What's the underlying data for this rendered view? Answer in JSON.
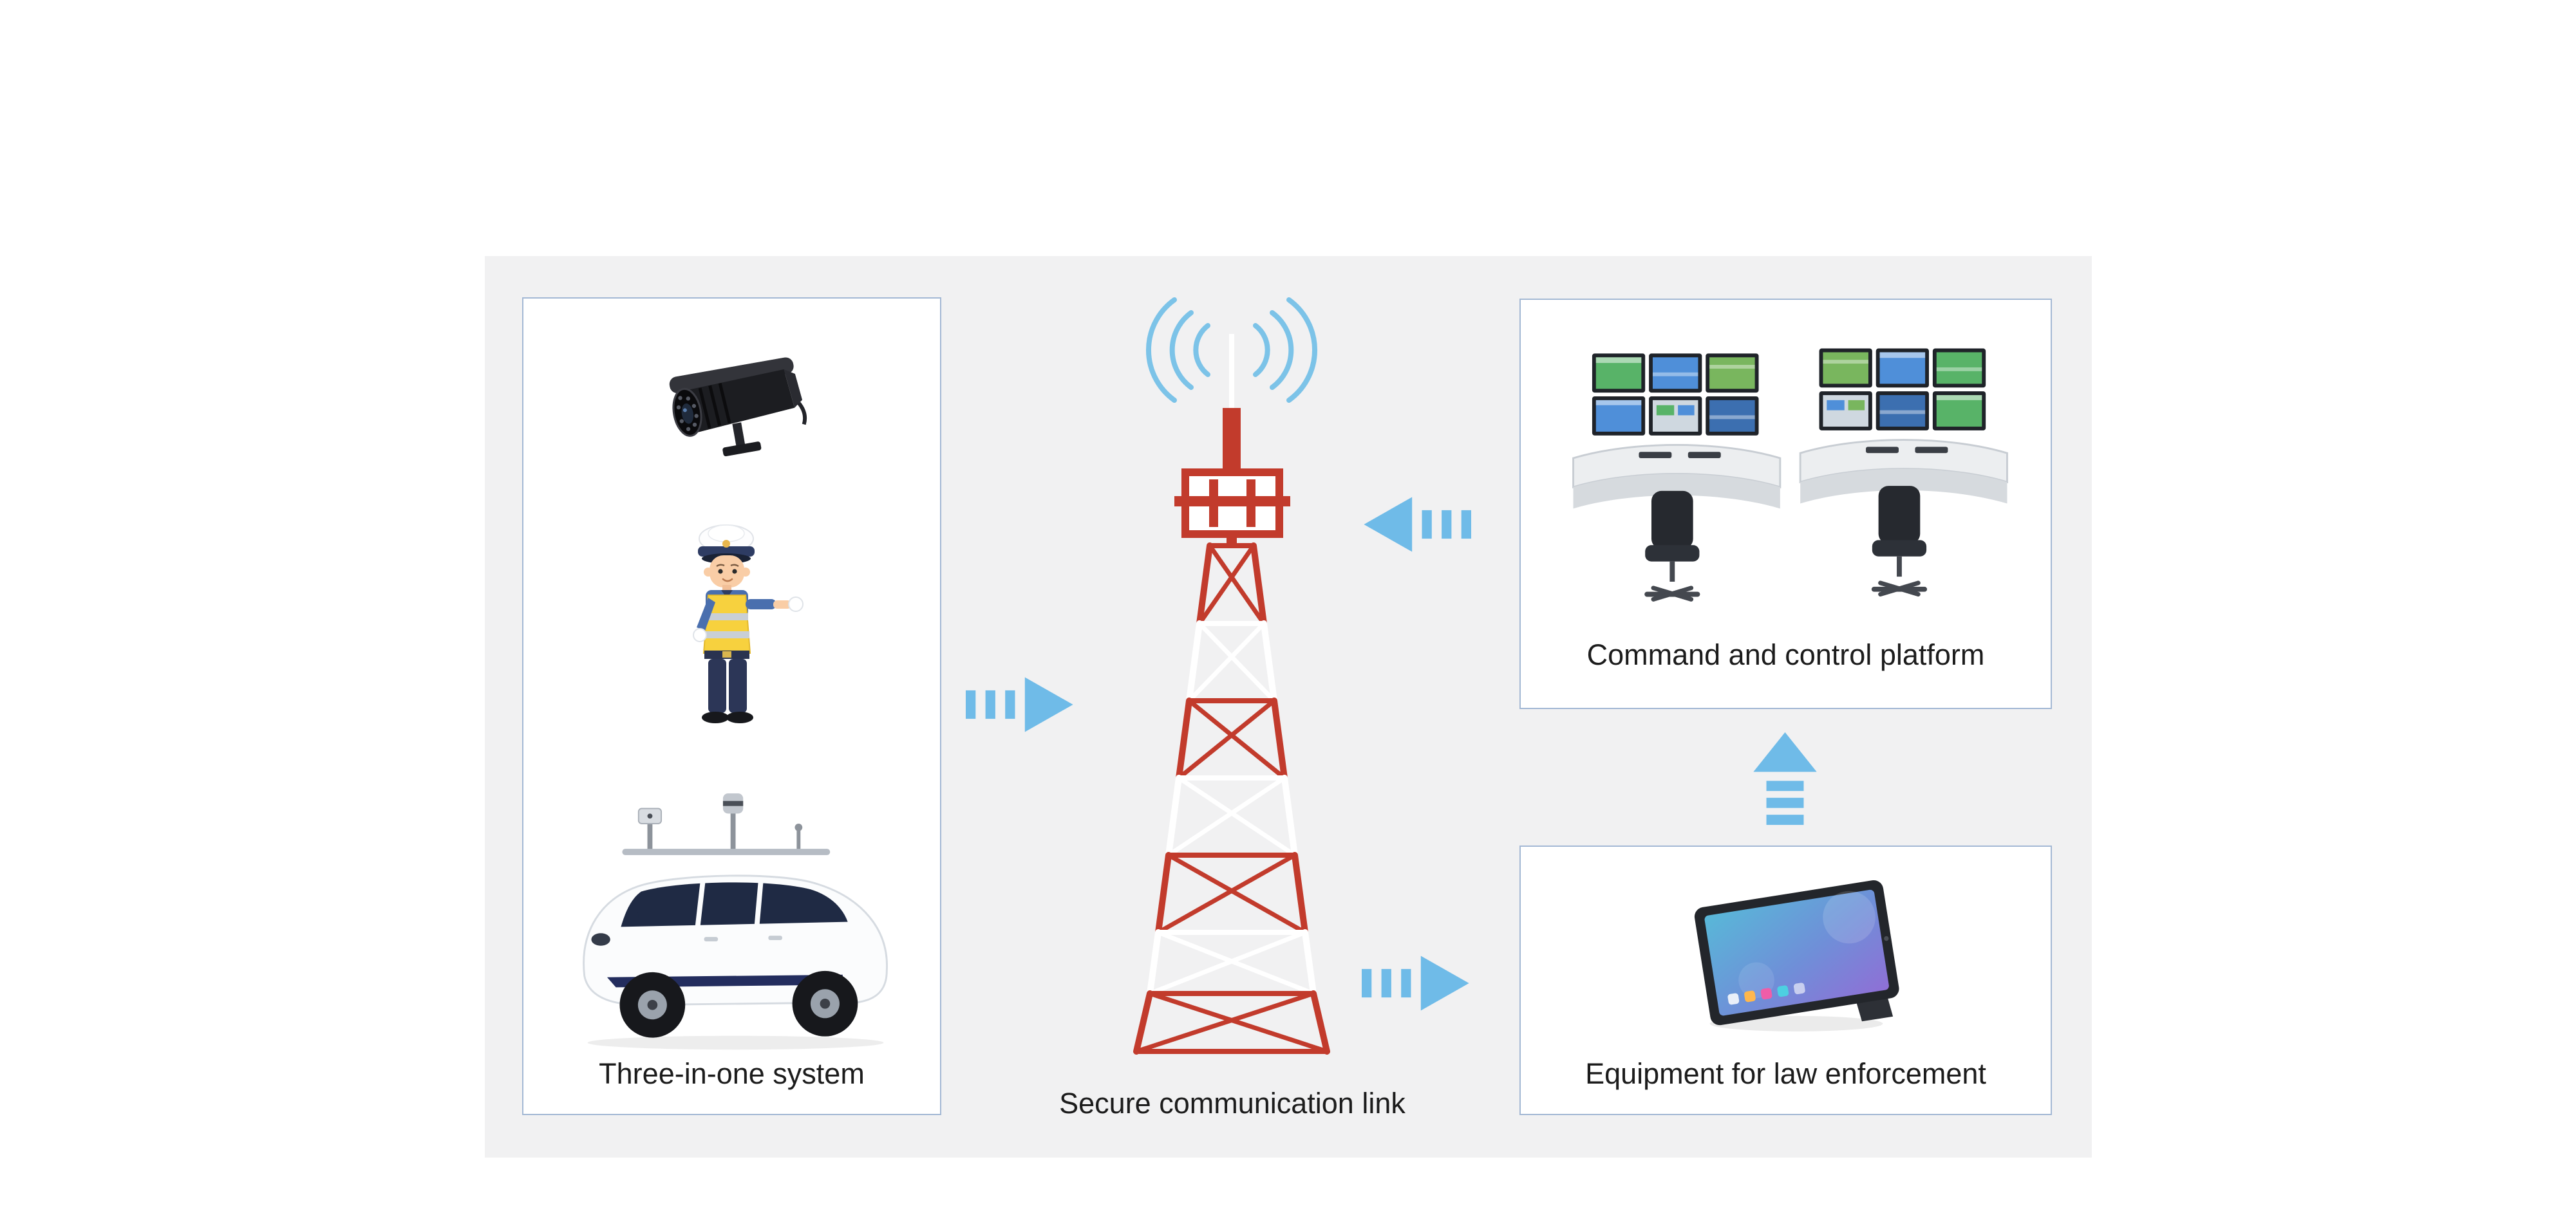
{
  "panel": {
    "boxes": {
      "three_in_one": {
        "label": "Three-in-one system"
      },
      "command_platform": {
        "label": "Command and control platform"
      },
      "law_enforcement": {
        "label": "Equipment for law enforcement"
      }
    },
    "tower": {
      "label": "Secure communication link"
    },
    "arrows": [
      {
        "name": "sensors-to-tower",
        "direction": "right"
      },
      {
        "name": "command-to-tower",
        "direction": "left"
      },
      {
        "name": "tower-to-equipment",
        "direction": "right"
      },
      {
        "name": "equipment-to-command",
        "direction": "up"
      }
    ],
    "icons": [
      "cctv-camera-icon",
      "traffic-police-icon",
      "patrol-car-icon",
      "radio-waves-icon",
      "radio-tower-icon",
      "control-room-icon",
      "tablet-icon"
    ],
    "colors": {
      "page_bg": "#ffffff",
      "panel_bg": "#f1f1f2",
      "box_bg": "#ffffff",
      "box_border": "#a3b8d4",
      "arrow_blue": "#6fbbe8",
      "wave_blue": "#7cc3e8",
      "tower_red": "#c23b2c",
      "label_text": "#1c1c1c"
    }
  }
}
